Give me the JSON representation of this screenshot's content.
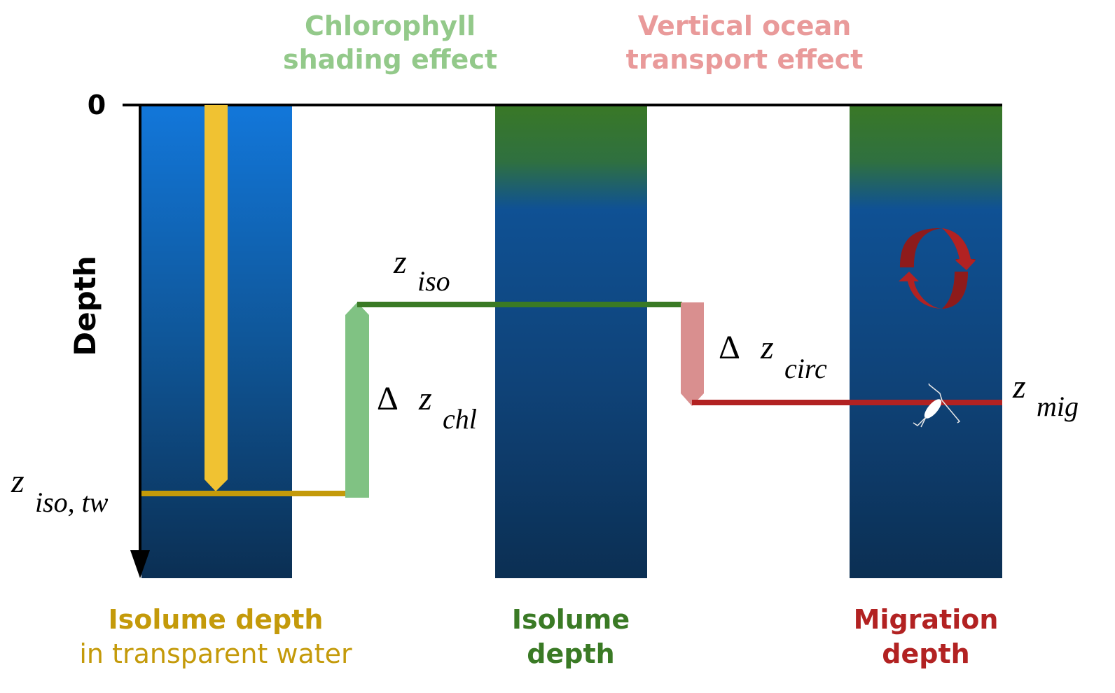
{
  "title_chl": [
    "Chlorophyll",
    "shading effect"
  ],
  "title_circ": [
    "Vertical ocean",
    "transport effect"
  ],
  "axis": {
    "zero": "0",
    "label": "Depth"
  },
  "symbols": {
    "z": "z",
    "delta": "Δ",
    "iso_tw": "iso, tw",
    "iso": "iso",
    "chl": "chl",
    "circ": "circ",
    "mig": "mig"
  },
  "columns": [
    {
      "label_bold": "Isolume depth",
      "label_sub": "in transparent water"
    },
    {
      "label_bold": "Isolume",
      "label_sub": "depth"
    },
    {
      "label_bold": "Migration",
      "label_sub": "depth"
    }
  ],
  "colors": {
    "yellow": "#f0c232",
    "gold_line": "#c49a0a",
    "green_arrow": "#80c283",
    "green_line": "#3a7a25",
    "pink_arrow": "#d98f8f",
    "red_line": "#b22222",
    "title_chl": "#93c98a",
    "title_circ": "#e99a9a"
  }
}
